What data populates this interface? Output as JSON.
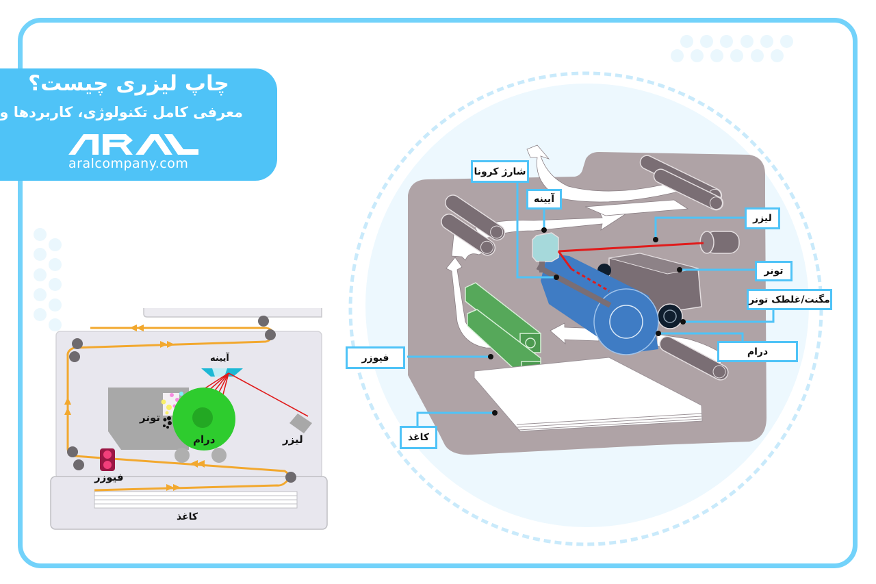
{
  "header": {
    "title": "چاپ لیزری چیست؟",
    "subtitle": "معرفی کامل تکنولوژی، کاربردها و مزایا",
    "logo_text": "ARAL",
    "website": "aralcompany.com"
  },
  "colors": {
    "frame": "#72D2FA",
    "card": "#4FC3F7",
    "paper_path": "#F2A82E",
    "drum_left": "#2ECC2E",
    "drum_right": "#3F7CC4",
    "fuser_left": "#E83E7A",
    "fuser_right": "#56A85A",
    "laser": "#E01B1B",
    "printer_body": "#AFA3A6"
  },
  "left_diagram": {
    "labels": {
      "mirror": "آیینه",
      "toner": "تونر",
      "drum": "درام",
      "laser": "لیزر",
      "fuser": "فیوزر",
      "paper": "کاغذ"
    }
  },
  "right_diagram": {
    "callouts": {
      "corona": "شارژ کرونا",
      "mirror": "آیینه",
      "laser": "لیزر",
      "toner": "تونر",
      "magnet_roller": "مگنت/غلطک تونر",
      "drum": "درام",
      "fuser": "فیوزر",
      "paper": "کاغذ"
    }
  }
}
